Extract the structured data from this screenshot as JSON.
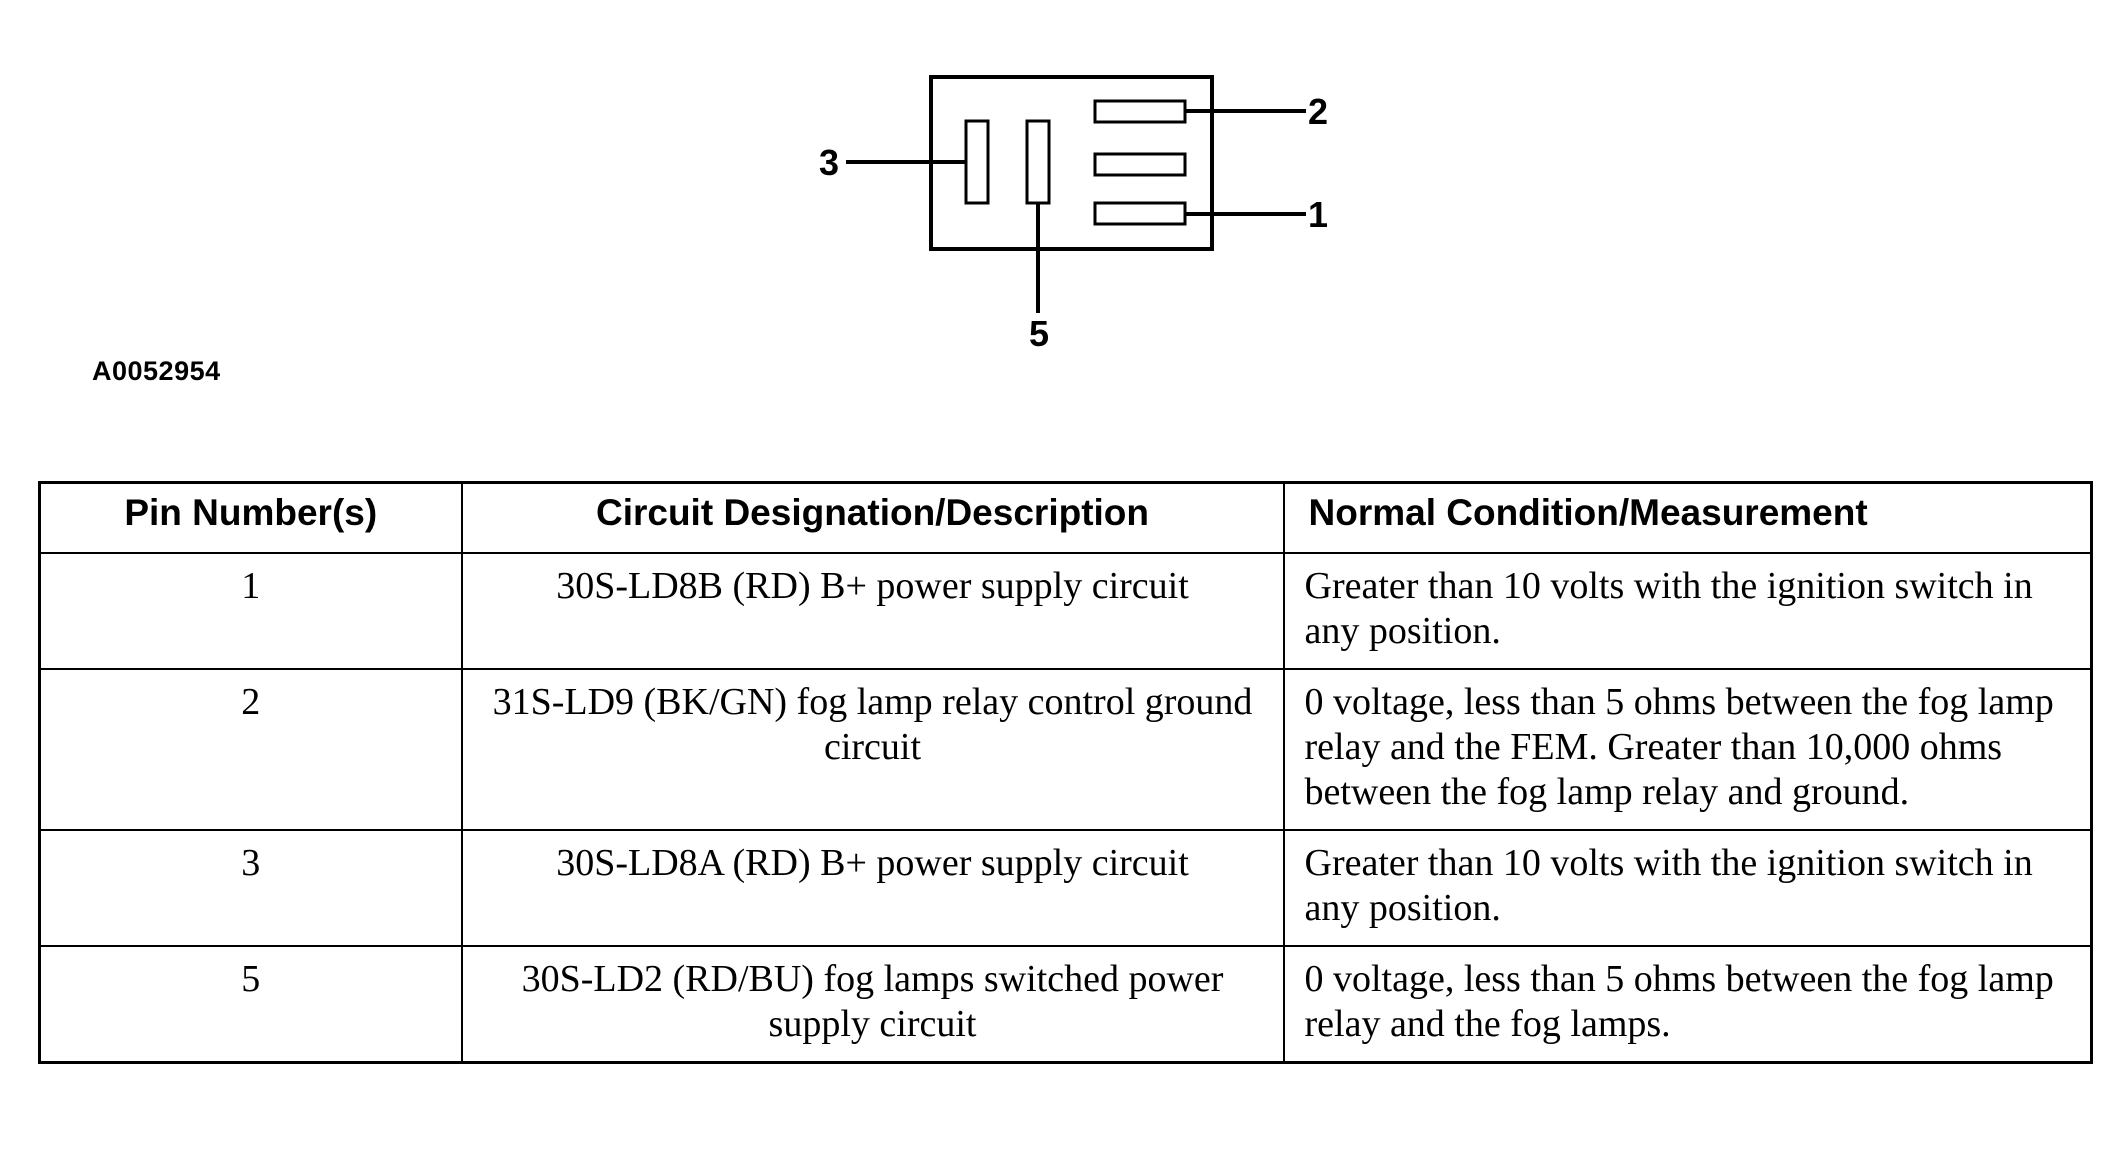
{
  "diagram": {
    "pin_labels": {
      "p1": "1",
      "p2": "2",
      "p3": "3",
      "p5": "5"
    },
    "figure_id": "A0052954"
  },
  "table": {
    "headers": [
      "Pin Number(s)",
      "Circuit Designation/Description",
      "Normal Condition/Measurement"
    ],
    "rows": [
      {
        "pin": "1",
        "circuit": "30S-LD8B (RD) B+ power supply circuit",
        "condition": "Greater than 10 volts with the ignition switch in any position."
      },
      {
        "pin": "2",
        "circuit": "31S-LD9 (BK/GN) fog lamp relay control ground circuit",
        "condition": "0 voltage, less than 5 ohms between the fog lamp relay and the FEM. Greater than 10,000 ohms between the fog lamp relay and ground."
      },
      {
        "pin": "3",
        "circuit": "30S-LD8A (RD) B+ power supply circuit",
        "condition": "Greater than 10 volts with the ignition switch in any position."
      },
      {
        "pin": "5",
        "circuit": "30S-LD2 (RD/BU) fog lamps switched power supply circuit",
        "condition": "0 voltage, less than 5 ohms between the fog lamp relay and the fog lamps."
      }
    ]
  }
}
